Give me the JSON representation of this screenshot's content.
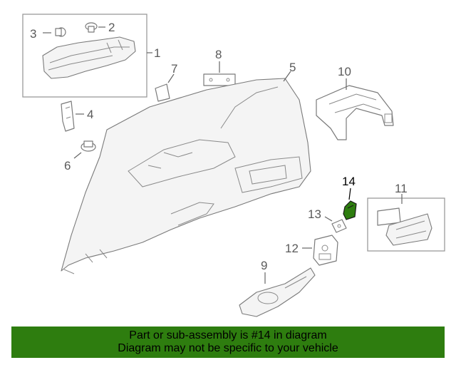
{
  "callouts": {
    "c1": "1",
    "c2": "2",
    "c3": "3",
    "c4": "4",
    "c5": "5",
    "c6": "6",
    "c7": "7",
    "c8": "8",
    "c9": "9",
    "c10": "10",
    "c11": "11",
    "c12": "12",
    "c13": "13",
    "c14": "14"
  },
  "highlight": {
    "part_number": "14",
    "color": "#2e7d0f"
  },
  "banner": {
    "line1": "Part or sub-assembly is #14 in diagram",
    "line2": "Diagram may not be specific to your vehicle",
    "background": "#2e7d0f"
  }
}
